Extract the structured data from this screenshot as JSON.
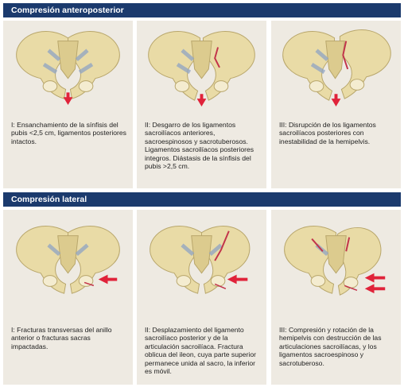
{
  "sections": [
    {
      "title": "Compresión anteroposterior",
      "panels": [
        {
          "caption": "I: Ensanchamiento de la sínfisis del pubis <2,5 cm, ligamentos posteriores intactos."
        },
        {
          "caption": "II: Desgarro de los ligamentos sacroilíacos anteriores, sacroespinosos y sacrotuberosos. Ligamentos sacroilíacos posteriores integros. Diástasis de la sínfisis del pubis >2,5 cm."
        },
        {
          "caption": "III: Disrupción de los ligamentos sacroilíacos posteriores con inestabilidad de la hemipelvis."
        }
      ]
    },
    {
      "title": "Compresión lateral",
      "panels": [
        {
          "caption": "I: Fracturas transversas del anillo anterior o fracturas sacras impactadas."
        },
        {
          "caption": "II: Desplazamiento del ligamento sacroilíaco posterior y de la articulación sacroilíaca. Fractura oblicua del ileon, cuya parte superior permanece unida al sacro, la inferior es móvil."
        },
        {
          "caption": "III: Compresión y rotación de la hemipelvis con destrucción de las articulaciones sacroilíacas, y los ligamentos sacroespinoso y sacrotuberoso."
        }
      ]
    }
  ],
  "colors": {
    "header_bg": "#1b3a6d",
    "panel_bg": "#eeeae2",
    "bone": "#e9dba6",
    "bone_dark": "#c7b57a",
    "ligament": "#8fa4c4",
    "arrow": "#e0233a"
  }
}
